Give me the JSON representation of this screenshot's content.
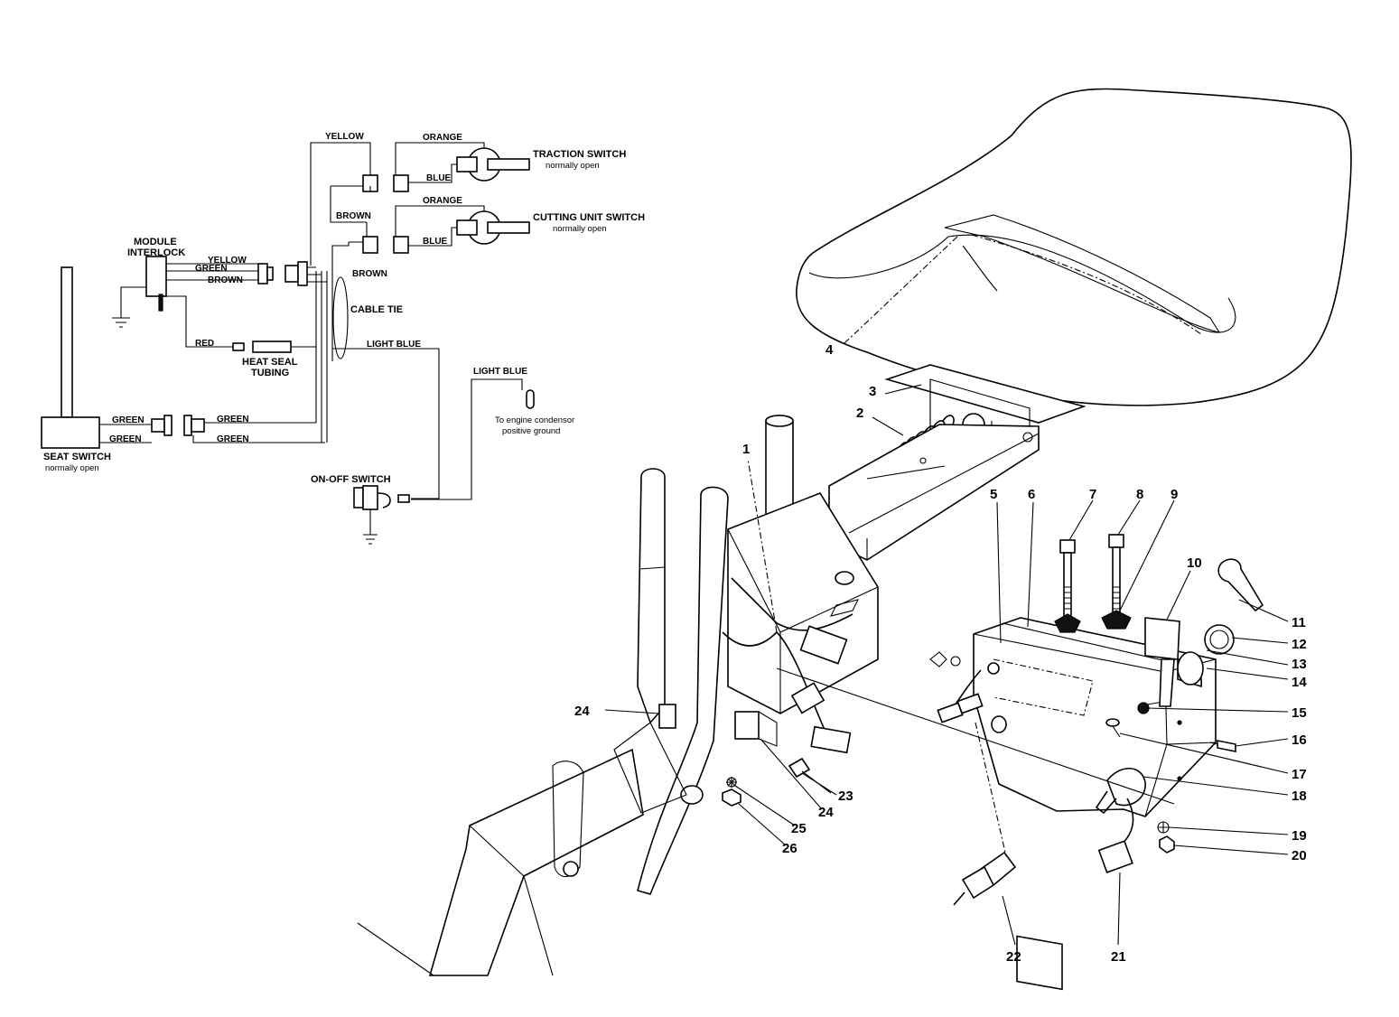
{
  "wiring": {
    "wire_labels": {
      "yellow_top": "YELLOW",
      "orange_1": "ORANGE",
      "blue_1": "BLUE",
      "brown_1": "BROWN",
      "orange_2": "ORANGE",
      "blue_2": "BLUE",
      "brown_2": "BROWN",
      "yellow_module": "YELLOW",
      "green_module": "GREEN",
      "brown_module": "BROWN",
      "red": "RED",
      "light_blue_1": "LIGHT BLUE",
      "light_blue_2": "LIGHT BLUE",
      "green_seat_1": "GREEN",
      "green_seat_2": "GREEN",
      "green_seat_3": "GREEN",
      "green_seat_4": "GREEN"
    },
    "components": {
      "traction_switch": {
        "name": "TRACTION SWITCH",
        "state": "normally open"
      },
      "cutting_unit_switch": {
        "name": "CUTTING UNIT SWITCH",
        "state": "normally open"
      },
      "module_interlock": {
        "line1": "MODULE",
        "line2": "INTERLOCK"
      },
      "cable_tie": "CABLE TIE",
      "heat_seal": {
        "line1": "HEAT SEAL",
        "line2": "TUBING"
      },
      "engine_condenser": {
        "line1": "To engine condensor",
        "line2": "positive ground"
      },
      "seat_switch": {
        "name": "SEAT SWITCH",
        "state": "normally open"
      },
      "on_off_switch": "ON-OFF SWITCH"
    }
  },
  "callouts": {
    "n1": "1",
    "n2": "2",
    "n3": "3",
    "n4": "4",
    "n5": "5",
    "n6": "6",
    "n7": "7",
    "n8": "8",
    "n9": "9",
    "n10": "10",
    "n11": "11",
    "n12": "12",
    "n13": "13",
    "n14": "14",
    "n15": "15",
    "n16": "16",
    "n17": "17",
    "n18": "18",
    "n19": "19",
    "n20": "20",
    "n21": "21",
    "n22": "22",
    "n23": "23",
    "n24a": "24",
    "n24b": "24",
    "n25": "25",
    "n26": "26"
  }
}
